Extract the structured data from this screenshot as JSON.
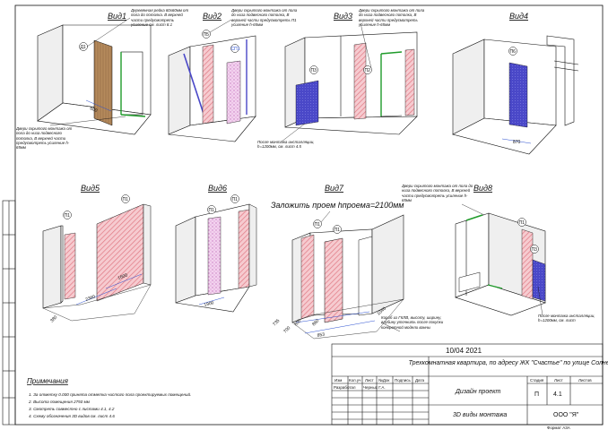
{
  "views": [
    {
      "title": "Вид1",
      "num": "Д1",
      "dim": "600",
      "note_top": "Деревянная рейка 60х60мм от пола до потолка. В верхней части предусмотреть усиление см. лист 8.1",
      "note_bottom": "Двери скрытого монтажа от пола до низа подвесного потолка, В верхней части предусмотреть усиление h-65мм"
    },
    {
      "title": "Вид2",
      "num": "П5",
      "num2": "СП1",
      "dim": "",
      "note_top": "Двери скрытого монтажа от пола до низа подвесного потолка, В верхней части предусмотреть П1 усиление h-65мм"
    },
    {
      "title": "Вид3",
      "num": "П3",
      "num2": "П2",
      "note_top": "Двери скрытого монтажа от пола до низа подвесного потолка, В верхней части предусмотреть усиление h-65мм",
      "note_bottom": "После монтажа инсталляции, h=1200мм, см. лист 4.5"
    },
    {
      "title": "Вид4",
      "num": "П6",
      "dim": "870"
    },
    {
      "title": "Вид5",
      "num": "П1",
      "num2": "П1",
      "dim": "1600",
      "dim2": "2360",
      "dim3": "380"
    },
    {
      "title": "Вид6",
      "num": "П1",
      "num2": "П1",
      "dim": "1900"
    },
    {
      "title": "Вид7",
      "num": "П1",
      "num2": "П1",
      "dims": [
        "735",
        "800",
        "860",
        "853",
        "1040",
        "700"
      ],
      "note_top": "Заложить проем hпроема=2100мм",
      "note_bottom": "Короб из ГКЛВ, высоту, ширину, глубину уточнить после покупки конкретной модели ванны"
    },
    {
      "title": "Вид8",
      "num": "П1",
      "num2": "П3",
      "note_top": "Двери скрытого монтажа от пола до низа подвесного потолка, В верхней части предусмотреть усиление h-65мм",
      "note_bottom": "После монтажа инсталляции, h=1200мм, см. лист"
    }
  ],
  "notes": {
    "title": "Примечания",
    "items": [
      "1.  За отметку 0.000 принята отметка чистого пола проектируемых помещений.",
      "2.  Высота помещения 2750 мм",
      "3.  Смотреть совместно с листами 4.1, 4.2",
      "4.  Схему обозначения 3D видов см. лист 4.6"
    ]
  },
  "title_block": {
    "date": "10/04 2021",
    "project": "Трехкомнатная квартира, по адресу ЖК \"Счастье\" по улице Солнечная",
    "headers": [
      "Изм",
      "Кол.уч",
      "Лист",
      "№Док",
      "Подпись",
      "Дата"
    ],
    "developer_label": "Разработал",
    "developer": "Черных Г.А.",
    "stage_header": "Стадия",
    "sheet_header": "Лист",
    "sheets_header": "Листов",
    "design_label": "Дизайн проект",
    "stage": "П",
    "sheet": "4.1",
    "sheet_name": "3D виды монтажа",
    "company": "ООО \"Я\"",
    "format": "Формат А3А"
  },
  "colors": {
    "line": "#111111",
    "wall_shadow": "#e3e3e3",
    "wood": "#b58a5c",
    "pink_hatch": "#e88e96",
    "pink_fill": "#f6cbd0",
    "lilac_dots": "#e2a6dc",
    "blue": "#4a48c8",
    "green": "#1f9b2a",
    "dim_blue": "#2a4fd0"
  }
}
